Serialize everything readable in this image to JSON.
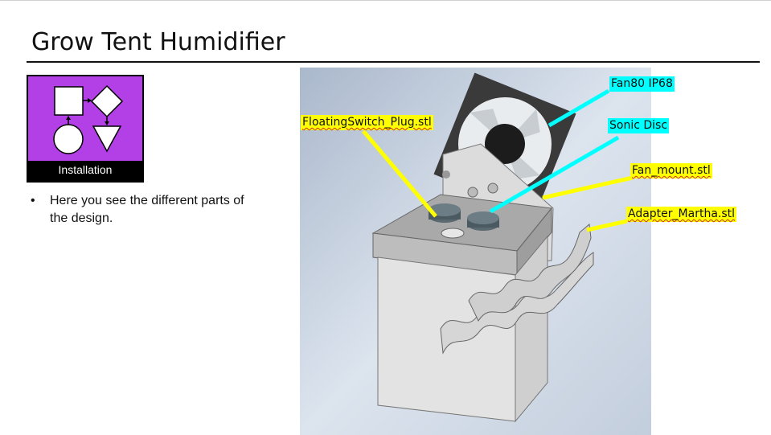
{
  "slide": {
    "title": "Grow Tent Humidifier",
    "badge_label": "Installation",
    "bullet": "Here you see the different parts of the design."
  },
  "callouts": {
    "fan": "Fan80 IP68",
    "sonic_disc": "Sonic Disc",
    "floating_switch": "FloatingSwitch_Plug.stl",
    "fan_mount": "Fan_mount.stl",
    "adapter": "Adapter_Martha.stl"
  },
  "colors": {
    "badge_purple": "#b33fe6",
    "callout_yellow": "#ffff00",
    "callout_cyan": "#00ffff"
  },
  "icons": {
    "badge_icon": "flowchart-icon"
  }
}
